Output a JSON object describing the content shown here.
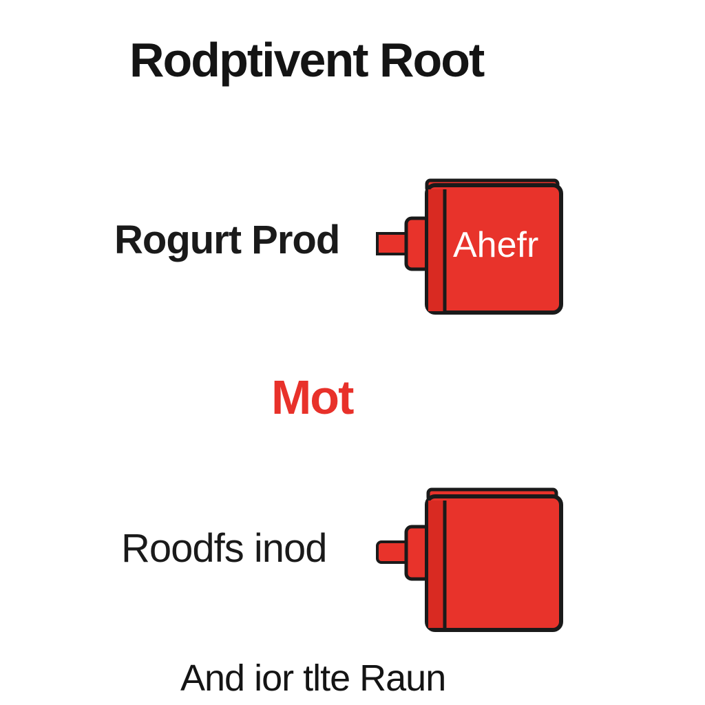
{
  "title": "Rodptivent Root",
  "row1": {
    "label": "Rogurt Prod",
    "box_text": "Ahefr"
  },
  "middle_label": "Mot",
  "row2": {
    "label": "Roodfs inod",
    "box_text": ""
  },
  "footer": "And ior tlte Raun",
  "colors": {
    "box_fill": "#e8332b",
    "box_side": "#d92a22",
    "outline": "#1a1a1a",
    "accent_text": "#e8312a",
    "text": "#141414"
  }
}
